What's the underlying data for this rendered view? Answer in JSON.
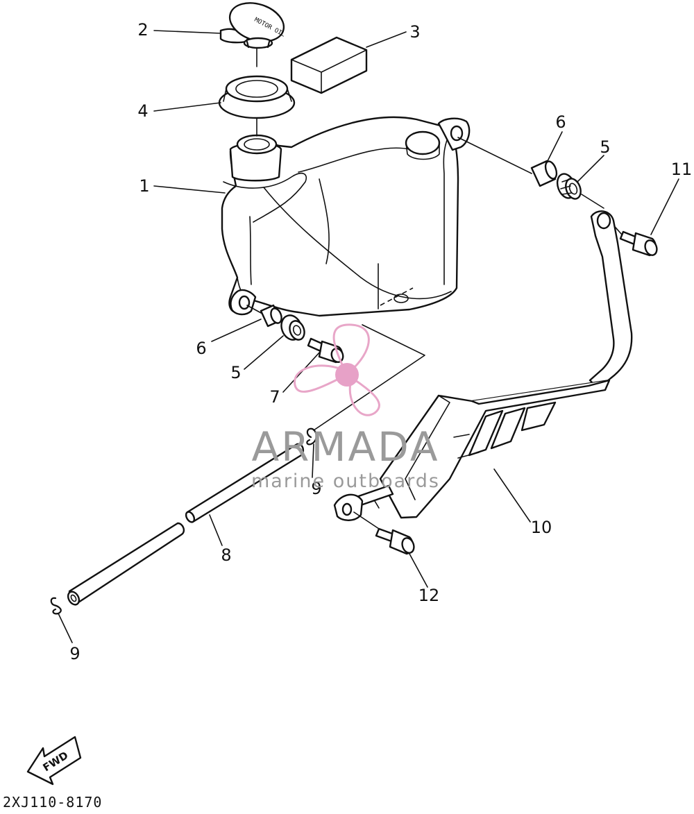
{
  "diagram": {
    "callouts": {
      "p1": "1",
      "p2": "2",
      "p3": "3",
      "p4": "4",
      "p5a": "5",
      "p5b": "5",
      "p6a": "6",
      "p6b": "6",
      "p7": "7",
      "p8": "8",
      "p9a": "9",
      "p9b": "9",
      "p10": "10",
      "p11": "11",
      "p12": "12"
    },
    "cap_text": "MOTOR OIL",
    "fwd_label": "FWD",
    "drawing_code": "2XJ110-8170"
  },
  "watermark": {
    "brand": "ARMADA",
    "tagline": "marine outboards",
    "title_color": "#9a9a9a",
    "accent_color": "#e8a6c8",
    "accent_fill": "#e7a1c7"
  }
}
